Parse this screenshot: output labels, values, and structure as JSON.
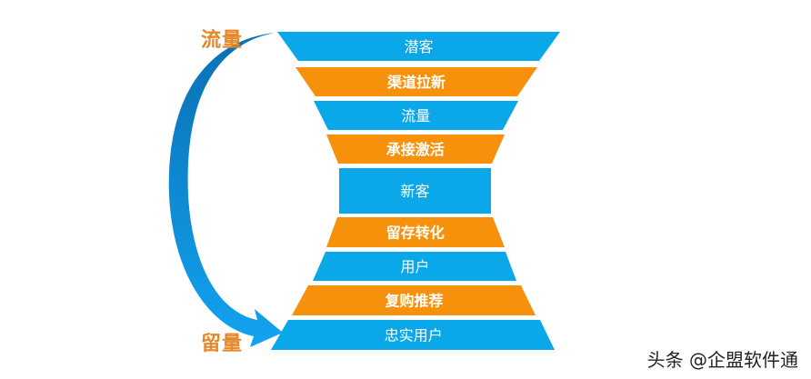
{
  "labels": {
    "top": "流量",
    "bottom": "留量"
  },
  "stages": [
    {
      "text": "潜客",
      "color": "#0aa7e9"
    },
    {
      "text": "渠道拉新",
      "color": "#f7900a"
    },
    {
      "text": "流量",
      "color": "#0aa7e9"
    },
    {
      "text": "承接激活",
      "color": "#f7900a"
    },
    {
      "text": "新客",
      "color": "#0aa7e9"
    },
    {
      "text": "留存转化",
      "color": "#f7900a"
    },
    {
      "text": "用户",
      "color": "#0aa7e9"
    },
    {
      "text": "复购推荐",
      "color": "#f7900a"
    },
    {
      "text": "忠实用户",
      "color": "#0aa7e9"
    }
  ],
  "arrow": {
    "color_dark": "#0b6fb3",
    "color_light": "#12a3f0"
  },
  "watermark": "头条 @企盟软件通"
}
